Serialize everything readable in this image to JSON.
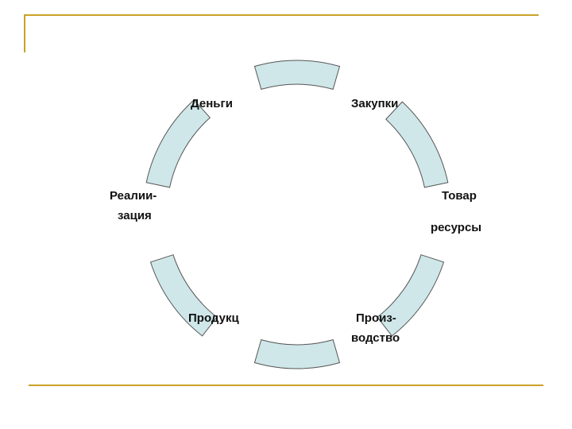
{
  "diagram": {
    "segment_fill": "#cfe7e9",
    "segment_stroke": "#555555",
    "accent_line": "#c9a227",
    "stages": {
      "money": "Деньги",
      "purchases": "Закупки",
      "goods": "Товар",
      "resources": "ресурсы",
      "production_line1": "Произ-",
      "production_line2": "водство",
      "product": "Продукц",
      "sales_line1": "Реалии-",
      "sales_line2": "зация"
    }
  }
}
